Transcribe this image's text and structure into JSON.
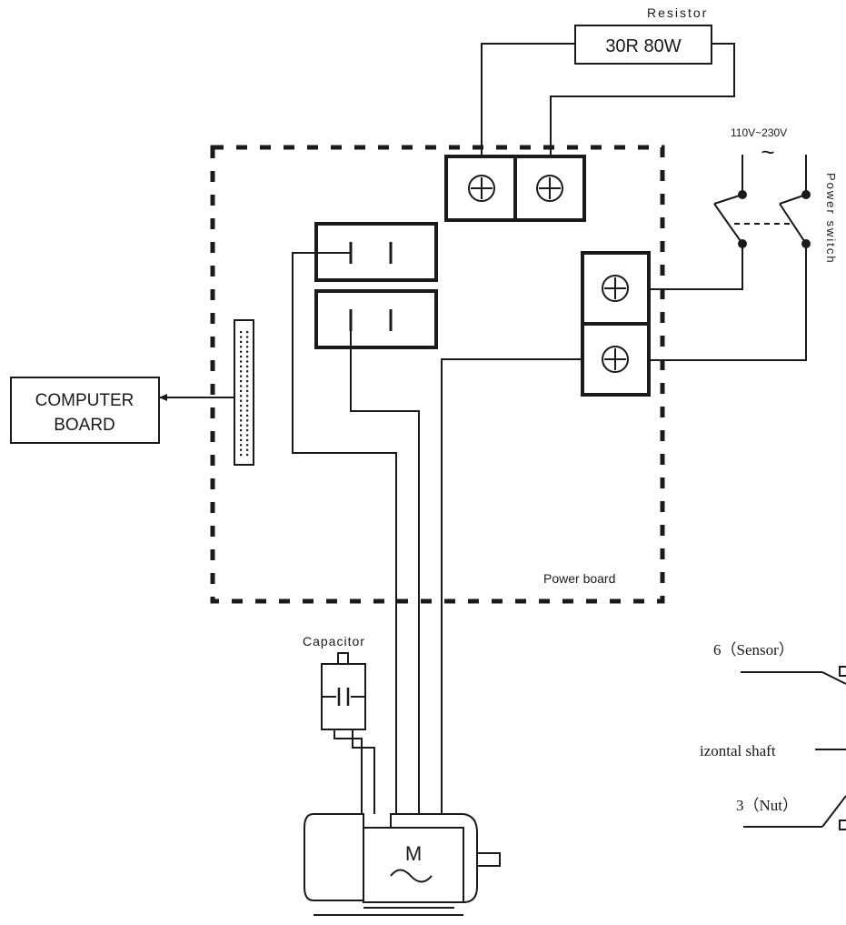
{
  "labels": {
    "resistor_title": "Resistor",
    "resistor_value": "30R 80W",
    "supply_voltage": "110V~230V",
    "ac_symbol": "~",
    "power_switch": "Power switch",
    "computer_board_line1": "COMPUTER",
    "computer_board_line2": "BOARD",
    "power_board": "Power board",
    "capacitor": "Capacitor",
    "motor_letter": "M",
    "motor_ac": "~",
    "sensor": "6（Sensor）",
    "horizontal_shaft": "izontal shaft",
    "nut": "3（Nut）"
  },
  "colors": {
    "line": "#1a1a1a",
    "background": "#ffffff"
  }
}
